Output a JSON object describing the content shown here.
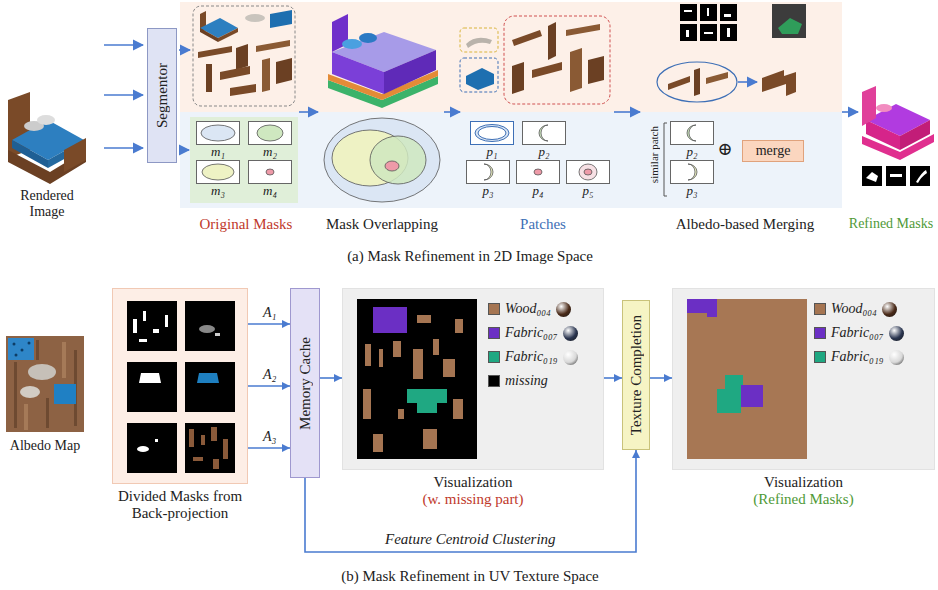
{
  "diagram": {
    "nodes": [
      {
        "text": [
          "Segmentor"
        ]
      },
      {
        "text": [
          "m₁"
        ]
      },
      {
        "text": [
          "m₂"
        ]
      },
      {
        "text": [
          "m₃"
        ]
      },
      {
        "text": [
          "m₄"
        ]
      },
      {
        "text": [
          "p₁"
        ]
      },
      {
        "text": [
          "p₂"
        ]
      },
      {
        "text": [
          "p₃"
        ]
      },
      {
        "text": [
          "p₄"
        ]
      },
      {
        "text": [
          "p₅"
        ]
      },
      {
        "text": [
          "p₂"
        ]
      },
      {
        "text": [
          "p₃"
        ]
      },
      {
        "text": [
          "merge"
        ]
      },
      {
        "text": [
          "Divided Masks from Back-projection"
        ]
      },
      {
        "text": [
          "Memory Cache"
        ]
      },
      {
        "text": [
          "Visualization",
          "(w. missing part)"
        ]
      },
      {
        "text": [
          "Texture Completion"
        ]
      },
      {
        "text": [
          "Visualization",
          "(Refined Masks)"
        ]
      }
    ],
    "edges": [
      {
        "from": 13,
        "to": 14,
        "label": "A₁",
        "arrow": "to"
      },
      {
        "from": 13,
        "to": 14,
        "label": "A₂",
        "arrow": "to"
      },
      {
        "from": 13,
        "to": 14,
        "label": "A₃",
        "arrow": "to"
      },
      {
        "from": 14,
        "to": 15,
        "arrow": "to"
      },
      {
        "from": 15,
        "to": 16,
        "arrow": "to"
      },
      {
        "from": 16,
        "to": 17,
        "arrow": "to"
      },
      {
        "from": 14,
        "to": 16,
        "label": "Feature Centroid Clustering",
        "arrow": "to"
      }
    ],
    "labels": [
      "Rendered Image",
      "Original Masks",
      "Mask Overlapping",
      "Patches",
      "similar patch",
      "⊕",
      "Albedo-based Merging",
      "Refined Masks",
      "(a) Mask Refinement in 2D Image Space",
      "Albedo Map",
      "(b) Mask Refinement in UV Texture Space"
    ],
    "legend": [
      {
        "text": "Wood₀₀₄",
        "color": "#a57552"
      },
      {
        "text": "Fabric₀₀₇",
        "color": "#6b2fc4"
      },
      {
        "text": "Fabric₀₁₉",
        "color": "#1fa882"
      },
      {
        "text": "missing",
        "color": "#000000"
      },
      {
        "text": "Wood₀₀₄",
        "color": "#a57552"
      },
      {
        "text": "Fabric₀₀₇",
        "color": "#6b2fc4"
      },
      {
        "text": "Fabric₀₁₉",
        "color": "#1fa882"
      }
    ]
  }
}
